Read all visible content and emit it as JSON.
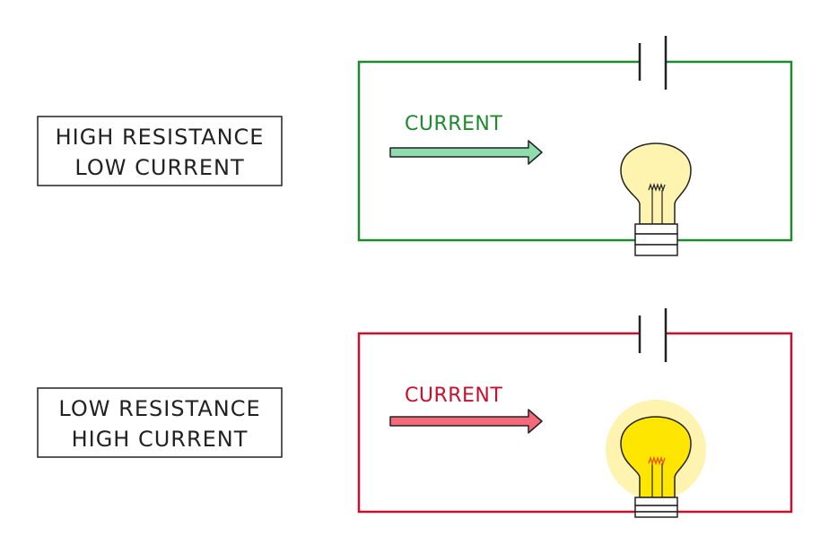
{
  "panels": {
    "top": {
      "label_line1": "HIGH RESISTANCE",
      "label_line2": "LOW CURRENT",
      "current_label": "CURRENT",
      "wire_color": "#1e8a2e",
      "arrow_fill": "#8fdcae",
      "bulb_state": "dim",
      "bulb_fill": "#fff3b0"
    },
    "bottom": {
      "label_line1": "LOW RESISTANCE",
      "label_line2": "HIGH CURRENT",
      "current_label": "CURRENT",
      "wire_color": "#c8102e",
      "arrow_fill": "#f46a7a",
      "bulb_state": "bright",
      "bulb_fill": "#ffe600",
      "glow_color": "#fff3b0"
    }
  }
}
